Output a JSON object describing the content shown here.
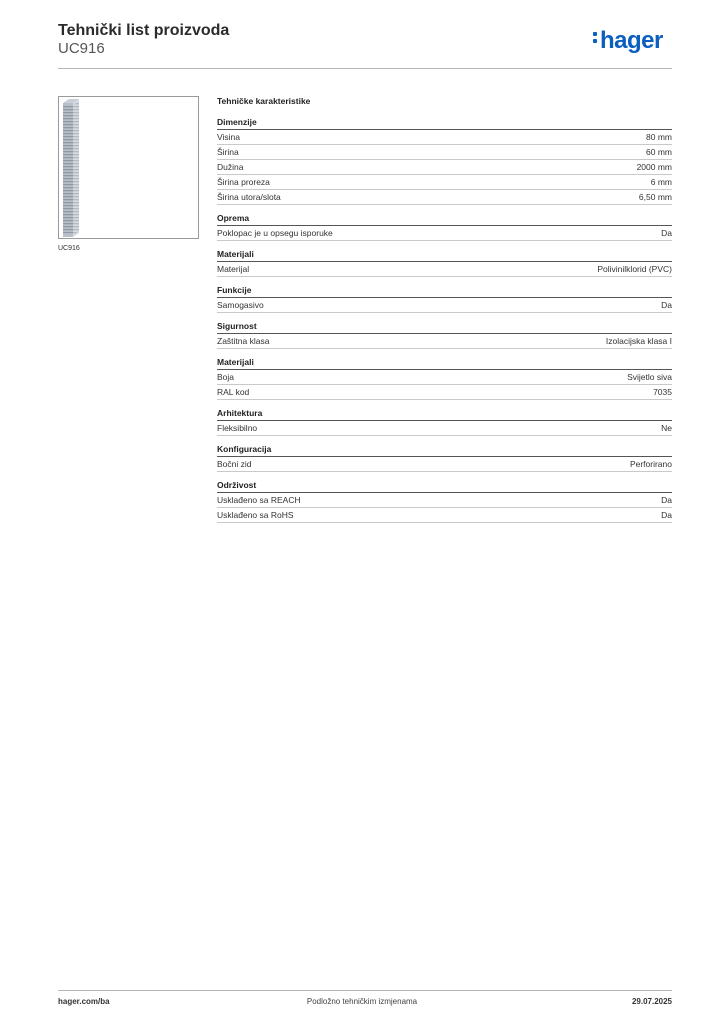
{
  "header": {
    "title": "Tehnički list proizvoda",
    "subtitle": "UC916",
    "logo_text": "hager",
    "brand_color": "#0b5fbf"
  },
  "product": {
    "image_caption": "UC916"
  },
  "specs": {
    "title": "Tehničke karakteristike",
    "groups": [
      {
        "title": "Dimenzije",
        "rows": [
          {
            "label": "Visina",
            "value": "80 mm"
          },
          {
            "label": "Širina",
            "value": "60 mm"
          },
          {
            "label": "Dužina",
            "value": "2000 mm"
          },
          {
            "label": "Širina proreza",
            "value": "6 mm"
          },
          {
            "label": "Širina utora/slota",
            "value": "6,50 mm"
          }
        ]
      },
      {
        "title": "Oprema",
        "rows": [
          {
            "label": "Poklopac je u opsegu isporuke",
            "value": "Da"
          }
        ]
      },
      {
        "title": "Materijali",
        "rows": [
          {
            "label": "Materijal",
            "value": "Polivinilklorid (PVC)"
          }
        ]
      },
      {
        "title": "Funkcije",
        "rows": [
          {
            "label": "Samogasivo",
            "value": "Da"
          }
        ]
      },
      {
        "title": "Sigurnost",
        "rows": [
          {
            "label": "Zaštitna klasa",
            "value": "Izolacijska klasa I"
          }
        ]
      },
      {
        "title": "Materijali",
        "rows": [
          {
            "label": "Boja",
            "value": "Svijetlo siva"
          },
          {
            "label": "RAL kod",
            "value": "7035"
          }
        ]
      },
      {
        "title": "Arhitektura",
        "rows": [
          {
            "label": "Fleksibilno",
            "value": "Ne"
          }
        ]
      },
      {
        "title": "Konfiguracija",
        "rows": [
          {
            "label": "Bočni zid",
            "value": "Perforirano"
          }
        ]
      },
      {
        "title": "Održivost",
        "rows": [
          {
            "label": "Usklađeno sa REACH",
            "value": "Da"
          },
          {
            "label": "Usklađeno sa RoHS",
            "value": "Da"
          }
        ]
      }
    ]
  },
  "footer": {
    "left": "hager.com/ba",
    "center": "Podložno tehničkim izmjenama",
    "right": "29.07.2025"
  }
}
